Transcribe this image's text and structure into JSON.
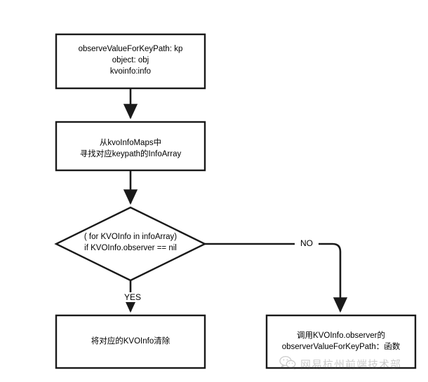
{
  "diagram": {
    "title": "KVO observeValueForKeyPath flowchart",
    "background_color": "#ffffff",
    "stroke_color": "#1a1a1a",
    "text_color": "#000000",
    "nodes": {
      "start": {
        "shape": "rectangle",
        "text": "observeValueForKeyPath: kp\nobject: obj\nkvoinfo:info"
      },
      "lookup": {
        "shape": "rectangle",
        "text": "从kvoInfoMaps中\n寻找对应keypath的InfoArray"
      },
      "condition": {
        "shape": "diamond",
        "text": "( for KVOInfo in infoArray)\nif KVOInfo.observer == nil"
      },
      "clear": {
        "shape": "rectangle",
        "text": "将对应的KVOInfo清除"
      },
      "invoke": {
        "shape": "rectangle",
        "text": "调用KVOInfo.observer的\nobserverValueForKeyPath：函数"
      }
    },
    "edges": {
      "yes_label": "YES",
      "no_label": "NO"
    }
  },
  "watermark": {
    "text": "网易杭州前端技术部",
    "logo_icon": "wechat-icon",
    "color": "#555555"
  }
}
